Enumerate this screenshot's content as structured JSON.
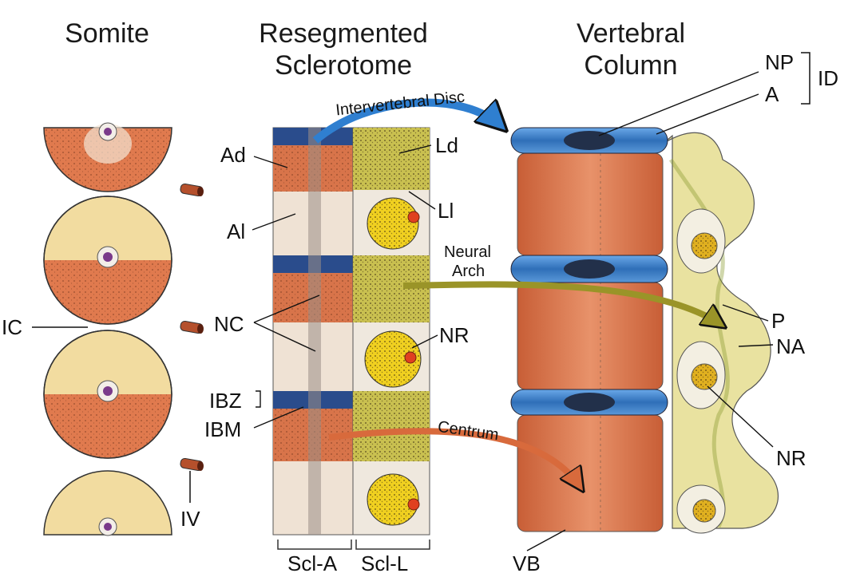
{
  "headers": {
    "somite": "Somite",
    "sclerotome_line1": "Resegmented",
    "sclerotome_line2": "Sclerotome",
    "column_line1": "Vertebral",
    "column_line2": "Column"
  },
  "labels": {
    "ad": "Ad",
    "al": "Al",
    "ld": "Ld",
    "ll": "Ll",
    "nc": "NC",
    "nr_mid": "NR",
    "ibz": "IBZ",
    "ibm": "IBM",
    "ic": "IC",
    "iv": "IV",
    "np": "NP",
    "a": "A",
    "id": "ID",
    "p": "P",
    "na": "NA",
    "nr_right": "NR",
    "vb": "VB",
    "scl_a": "Scl-A",
    "scl_l": "Scl-L"
  },
  "arrows": {
    "intervertebral_disc": "Intervertebral  Disc",
    "neural_arch_line1": "Neural",
    "neural_arch_line2": "Arch",
    "centrum": "Centrum"
  },
  "colors": {
    "rostral_somite": "#f2dca0",
    "caudal_somite": "#e07a4e",
    "disc_blue": "#3a7fc8",
    "nucleus_dark": "#2b3c55",
    "lateral_yellow": "#d4cc62",
    "neural_arch": "#e9e2a0",
    "vertebral_body": "#d8744a",
    "nerve_yellow": "#f0d020",
    "arrow_blue": "#2f7fd0",
    "arrow_olive": "#9a9428",
    "arrow_orange": "#d86a3c"
  }
}
